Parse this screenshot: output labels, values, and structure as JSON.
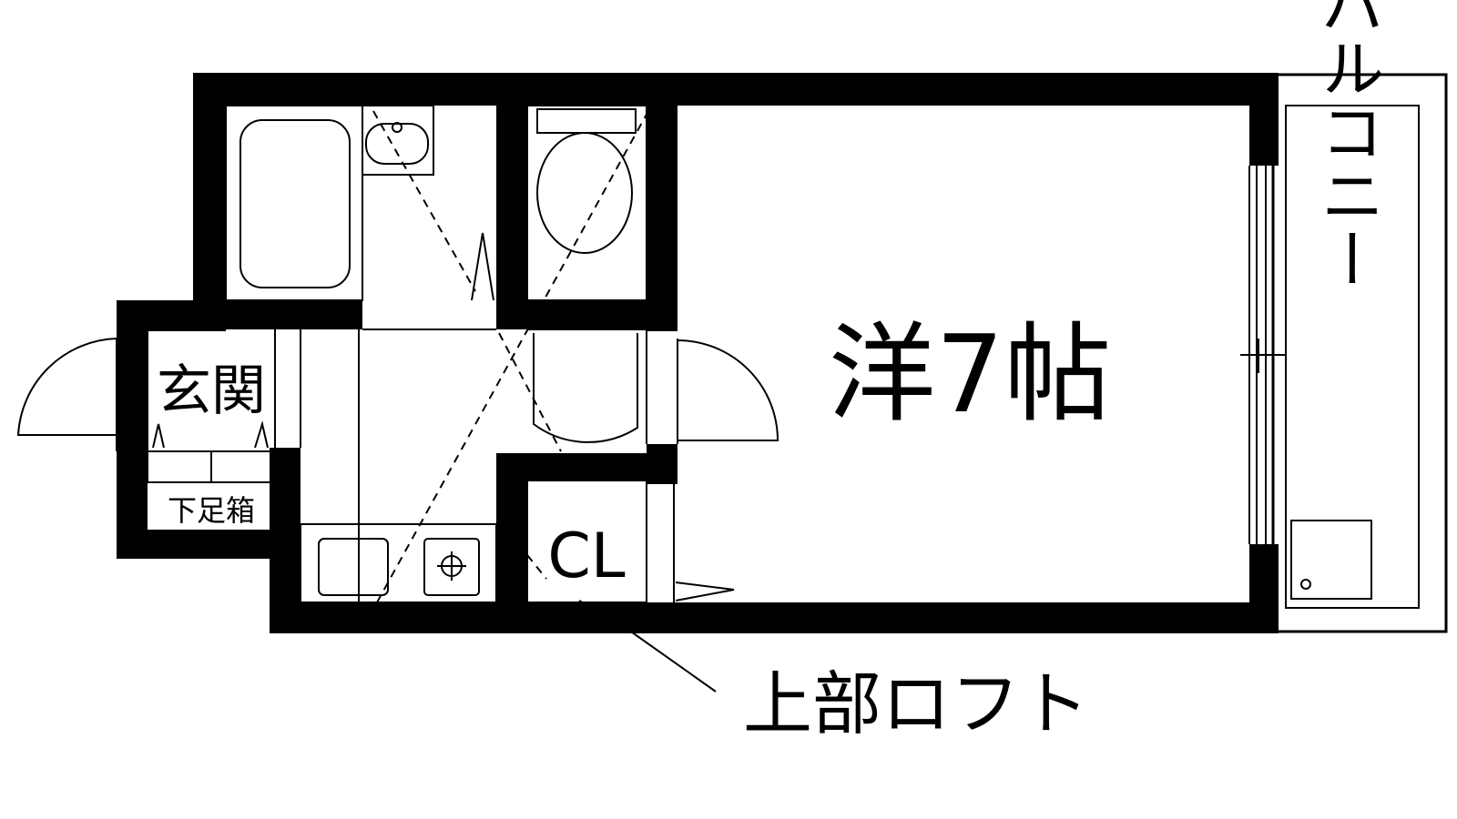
{
  "rooms": {
    "main_room": "洋7帖",
    "entrance": "玄関",
    "shoe_box": "下足箱",
    "closet": "CL",
    "balcony": "バルコニー",
    "loft_note": "上部ロフト"
  }
}
